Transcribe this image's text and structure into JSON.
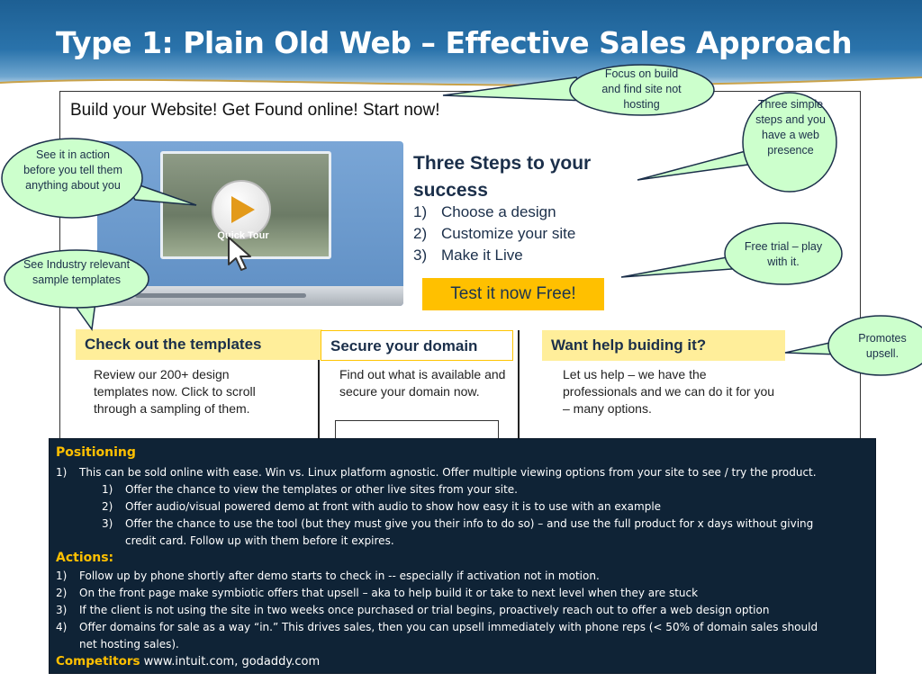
{
  "slide": {
    "title": "Type 1: Plain Old Web – Effective Sales Approach"
  },
  "colors": {
    "header_blue": "#2a73ab",
    "callout_green": "#ccffcc",
    "highlight_yellow": "#ffc000",
    "panel_navy": "#0f2336"
  },
  "website": {
    "tagline": "Build your Website!  Get Found online!  Start now!",
    "video": {
      "caption": "Quick Tour",
      "icon": "play-icon"
    },
    "steps": {
      "title": "Three Steps to your success",
      "items": [
        {
          "num": "1)",
          "text": "Choose a design"
        },
        {
          "num": "2)",
          "text": "Customize your site"
        },
        {
          "num": "3)",
          "text": "Make it Live"
        }
      ]
    },
    "cta": "Test it now Free!",
    "sections": {
      "templates": {
        "title": "Check out the templates",
        "text": "Review our 200+ design templates now. Click to scroll through a  sampling of them."
      },
      "domain": {
        "title": "Secure your domain",
        "text": "Find out what is available and secure your domain now."
      },
      "help": {
        "title": "Want help buiding it?",
        "text": "Let us help – we have the professionals and we can do it for you – many options."
      }
    }
  },
  "callouts": {
    "focus": "Focus on build and find site not hosting",
    "three_steps": "Three simple steps and you have a web presence",
    "see_action": "See it in action before you tell them anything about you",
    "industry": "See Industry relevant sample templates",
    "free_trial": "Free trial – play with it.",
    "upsell": "Promotes upsell."
  },
  "notes": {
    "positioning_heading": "Positioning",
    "positioning": [
      {
        "num": "1)",
        "text": "This can be sold online with ease.  Win vs. Linux  platform agnostic. Offer multiple viewing options from your site to see / try the product."
      }
    ],
    "positioning_sub": [
      {
        "num": "1)",
        "text": "Offer the chance to view the templates or other live sites from your site."
      },
      {
        "num": "2)",
        "text": "Offer audio/visual powered demo at front with audio to show how easy it is to use with an example"
      },
      {
        "num": "3)",
        "text": "Offer the chance to use the tool (but they must give you their info to do so) – and use the full product for x days without giving",
        "cont": "credit card.  Follow up with them before it expires."
      }
    ],
    "actions_heading": "Actions:",
    "actions": [
      {
        "num": "1)",
        "text": "Follow up by phone shortly after demo starts to check in  -- especially if activation not in motion."
      },
      {
        "num": "2)",
        "text": "On the front page make symbiotic offers that upsell – aka to help build  it or take to next level when they are stuck"
      },
      {
        "num": "3)",
        "text": "If the client is not using the site in two weeks once purchased or trial begins,  proactively reach out to offer a web design option"
      },
      {
        "num": "4)",
        "text": "Offer domains  for sale as a way “in.”   This drives sales, then you can upsell immediately with phone reps (< 50% of domain sales should",
        "cont": "net hosting sales)."
      }
    ],
    "competitors_label": "Competitors",
    "competitors_value": "www.intuit.com, godaddy.com"
  }
}
